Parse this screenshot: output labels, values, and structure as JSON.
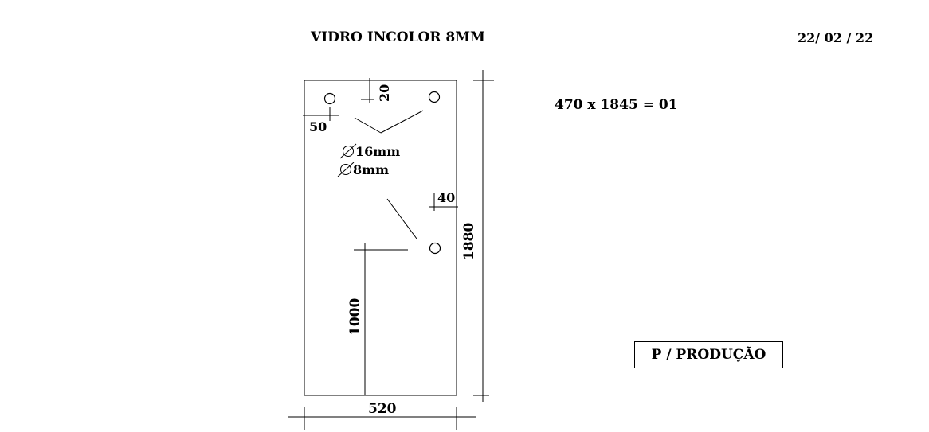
{
  "header": {
    "title": "VIDRO INCOLOR 8MM",
    "date": "22/ 02 / 22"
  },
  "piece": {
    "spec": "470 x 1845 = 01",
    "stamp": "P / PRODUÇÃO"
  },
  "dimensions": {
    "width": "520",
    "height": "1880",
    "top_offset": "20",
    "left_offset": "50",
    "right_offset": "40",
    "lower_hole_height": "1000"
  },
  "holes": {
    "large": "16mm",
    "small": "8mm"
  }
}
